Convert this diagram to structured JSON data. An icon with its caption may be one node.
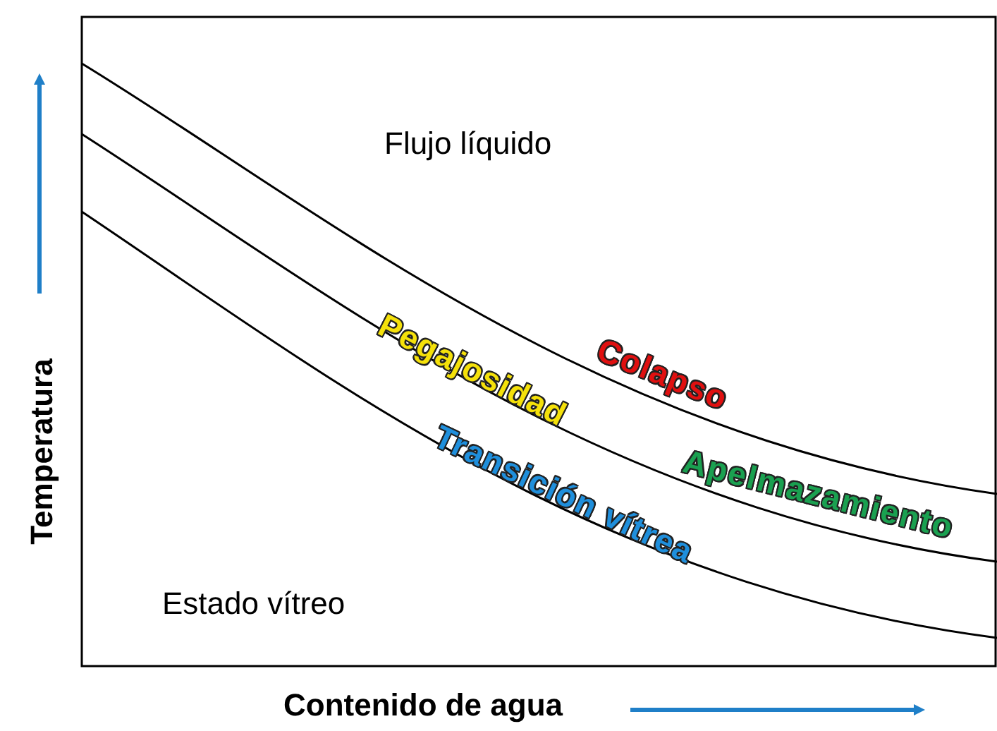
{
  "diagram": {
    "labels": [
      "Flujo líquido",
      "Pegajosidad",
      "Colapso",
      "Apelmazamiento",
      "Transición vítrea",
      "Estado vítreo",
      "Temperatura",
      "Contenido de agua"
    ]
  }
}
